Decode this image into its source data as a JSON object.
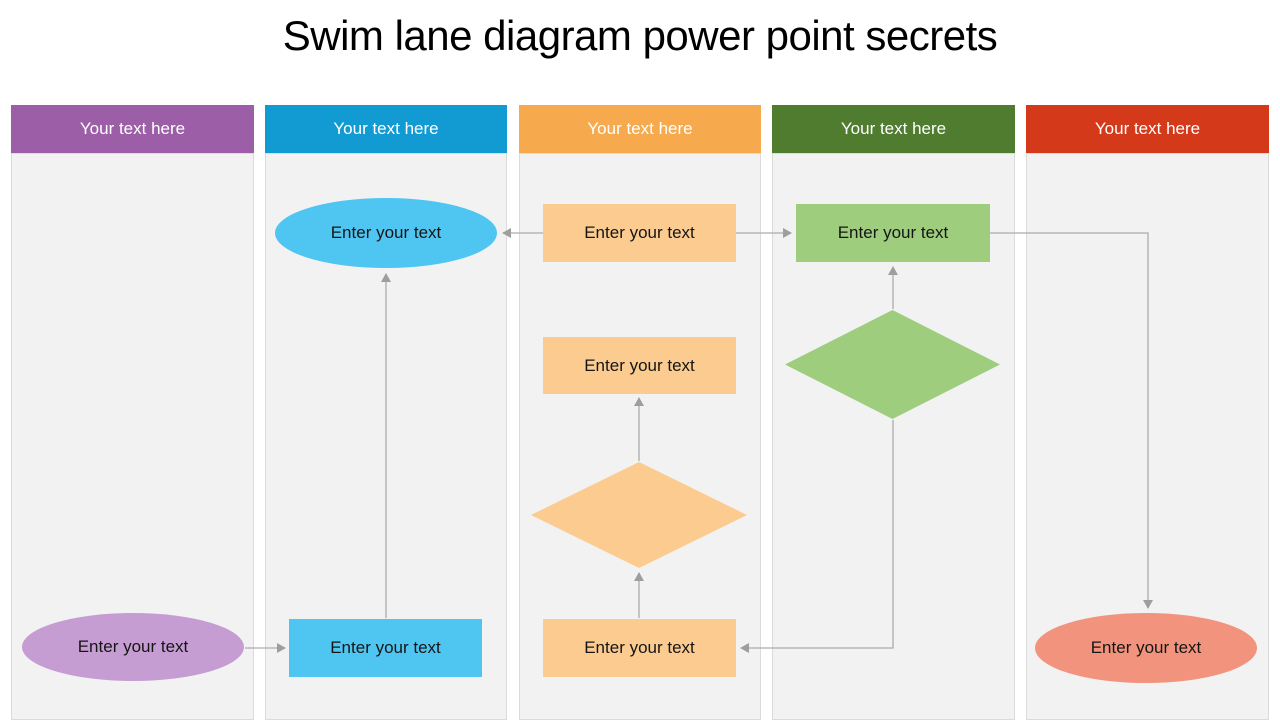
{
  "title": "Swim lane diagram power point secrets",
  "lanes": [
    {
      "label": "Your text here",
      "header_color": "#9C5FA7"
    },
    {
      "label": "Your text here",
      "header_color": "#129BD3"
    },
    {
      "label": "Your text here",
      "header_color": "#F6A94D"
    },
    {
      "label": "Your text here",
      "header_color": "#4F7C2F"
    },
    {
      "label": "Your text here",
      "header_color": "#D4391A"
    }
  ],
  "shapes": {
    "ellipse_blue": {
      "label": "Enter your text",
      "color": "#4FC5F2"
    },
    "rect_orange_top": {
      "label": "Enter your text",
      "color": "#FBCB90"
    },
    "rect_green": {
      "label": "Enter your text",
      "color": "#9ECD7E"
    },
    "rect_orange_mid": {
      "label": "Enter your text",
      "color": "#FBCB90"
    },
    "diamond_orange": {
      "color": "#FBCB90"
    },
    "diamond_green": {
      "color": "#9ECD7E"
    },
    "rect_blue_bottom": {
      "label": "Enter your text",
      "color": "#4FC5F2"
    },
    "rect_orange_bottom": {
      "label": "Enter your text",
      "color": "#FBCB90"
    },
    "ellipse_purple": {
      "label": "Enter your text",
      "color": "#C69DD3"
    },
    "ellipse_salmon": {
      "label": "Enter your text",
      "color": "#F2937E"
    }
  },
  "style": {
    "lane_body_color": "#F2F2F2",
    "lane_border_color": "#DBDBDB",
    "connector_color": "#ACACAC",
    "arrowhead_color": "#9E9E9E",
    "title_color": "#000000"
  }
}
